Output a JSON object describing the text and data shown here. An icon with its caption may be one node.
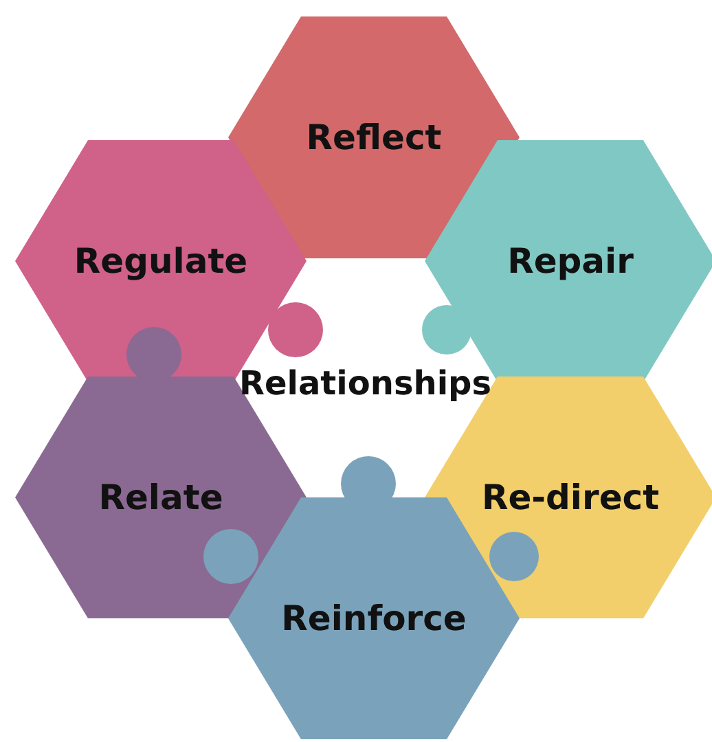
{
  "diagram": {
    "nodes": [
      {
        "text": [
          "Reflect"
        ]
      },
      {
        "text": [
          "Regulate"
        ]
      },
      {
        "text": [
          "Repair"
        ]
      },
      {
        "text": [
          "Relate"
        ]
      },
      {
        "text": [
          "Re-direct"
        ]
      },
      {
        "text": [
          "Reinforce"
        ]
      }
    ],
    "labels": [
      "Relationships"
    ]
  }
}
